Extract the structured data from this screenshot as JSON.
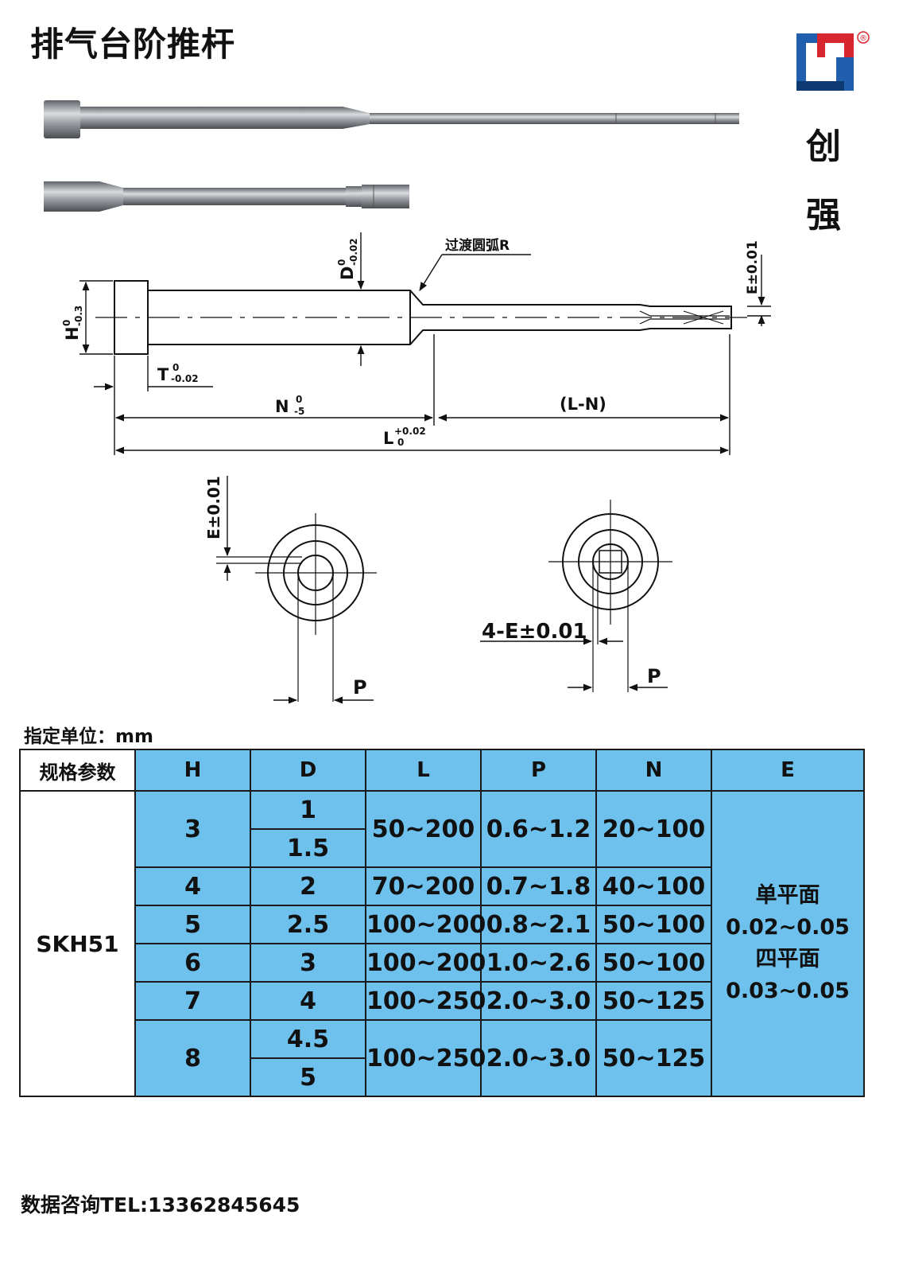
{
  "title": "排气台阶推杆",
  "brand": {
    "logo_icon": "cq-logo-icon",
    "registered_mark": "®",
    "char1": "创",
    "char2": "强"
  },
  "drawing": {
    "transition_label": "过渡圆弧R",
    "d_label": "D",
    "d_tol_upper": "0",
    "d_tol_lower": "-0.02",
    "h_label": "H",
    "h_tol_upper": "0",
    "h_tol_lower": "-0.3",
    "t_label": "T",
    "t_tol_upper": "0",
    "t_tol_lower": "-0.02",
    "e_label": "E±0.01",
    "n_label": "N",
    "n_tol_upper": "0",
    "n_tol_lower": "-5",
    "ln_label": "(L-N)",
    "l_label": "L",
    "l_tol_upper": "+0.02",
    "l_tol_lower": "0",
    "e_label_left": "E±0.01",
    "p_label_left": "P",
    "four_e_label": "4-E±0.01",
    "p_label_right": "P"
  },
  "unit_text": "指定单位：mm",
  "table": {
    "headers": [
      "规格参数",
      "H",
      "D",
      "L",
      "P",
      "N",
      "E"
    ],
    "material": "SKH51",
    "rows": [
      {
        "H": "3",
        "D": [
          "1",
          "1.5"
        ],
        "L": "50~200",
        "P": "0.6~1.2",
        "N": "20~100"
      },
      {
        "H": "4",
        "D": [
          "2"
        ],
        "L": "70~200",
        "P": "0.7~1.8",
        "N": "40~100"
      },
      {
        "H": "5",
        "D": [
          "2.5"
        ],
        "L": "100~200",
        "P": "0.8~2.1",
        "N": "50~100"
      },
      {
        "H": "6",
        "D": [
          "3"
        ],
        "L": "100~200",
        "P": "1.0~2.6",
        "N": "50~100"
      },
      {
        "H": "7",
        "D": [
          "4"
        ],
        "L": "100~250",
        "P": "2.0~3.0",
        "N": "50~125"
      },
      {
        "H": "8",
        "D": [
          "4.5",
          "5"
        ],
        "L": "100~250",
        "P": "2.0~3.0",
        "N": "50~125"
      }
    ],
    "e_single_label": "单平面",
    "e_single_value": "0.02~0.05",
    "e_four_label": "四平面",
    "e_four_value": "0.03~0.05"
  },
  "footer": "数据咨询TEL:13362845645",
  "colors": {
    "table_fill": "#6ec1ec",
    "logo_blue": "#1f5fae",
    "logo_red": "#d8262f"
  }
}
